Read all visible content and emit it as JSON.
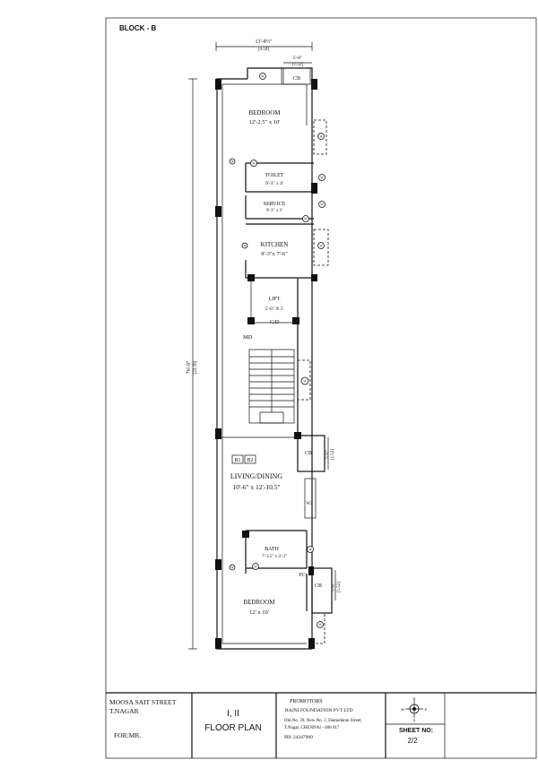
{
  "block_label": "BLOCK - B",
  "dimensions": {
    "top_width": "13'-8½\"",
    "top_width_metric": "[4.18]",
    "top_small": "5'-0\"",
    "top_small_metric": "[1.52]",
    "overall_length": "76'-9\"",
    "overall_length_metric": "[23.39]",
    "right_mid": "5'-0\"",
    "right_mid_metric": "[1.52]",
    "right_bottom": "5'-0\"",
    "right_bottom_metric": "[1.52]"
  },
  "rooms": {
    "bedroom_top": {
      "name": "BEDROOM",
      "size": "12'-2.5\" x 10'"
    },
    "toilet": {
      "name": "TOILET",
      "size": "9'-3\" x 4'"
    },
    "service": {
      "name": "SERVICE",
      "size": "9'-3\" x 3'"
    },
    "kitchen": {
      "name": "KITCHEN",
      "size": "9'-3\"x 7'-6\""
    },
    "lift": {
      "name": "LIFT",
      "size": "5'-6\" X 5'"
    },
    "living": {
      "name": "LIVING/DINING",
      "size": "10'-6\" x 12'-10.5\""
    },
    "bath": {
      "name": "BATH",
      "size": "7'-3.5\" x 4'-3\""
    },
    "bedroom_bottom": {
      "name": "BEDROOM",
      "size": "12' x 10'"
    }
  },
  "tags": {
    "cb": "CB",
    "cd": "C/D",
    "md": "MD",
    "b1": "B1",
    "b2": "B2",
    "fc": "FC",
    "w2": "W2",
    "window": "W",
    "door": "D",
    "ventilator": "V"
  },
  "title_block": {
    "address_line1": "MOOSA SAIT STREET",
    "address_line2": "T.NAGAR",
    "for_label": "FOR:MR.",
    "floors": "I, II",
    "plan_title": "FLOOR PLAN",
    "promoters_label": "PROMOTORS",
    "company": "RAJNI FOUNDATION PVT LTD",
    "addr1": "Old.No. 39, New No. 2, Damodaran Street,",
    "addr2": "T.Nagar, CHENNAI - 600 017",
    "phone": "PH: 24347989",
    "sheet_label": "SHEET NO:",
    "sheet_no": "2/2",
    "compass_n": "N",
    "compass_s": "S",
    "compass_e": "E",
    "compass_w": "W"
  }
}
